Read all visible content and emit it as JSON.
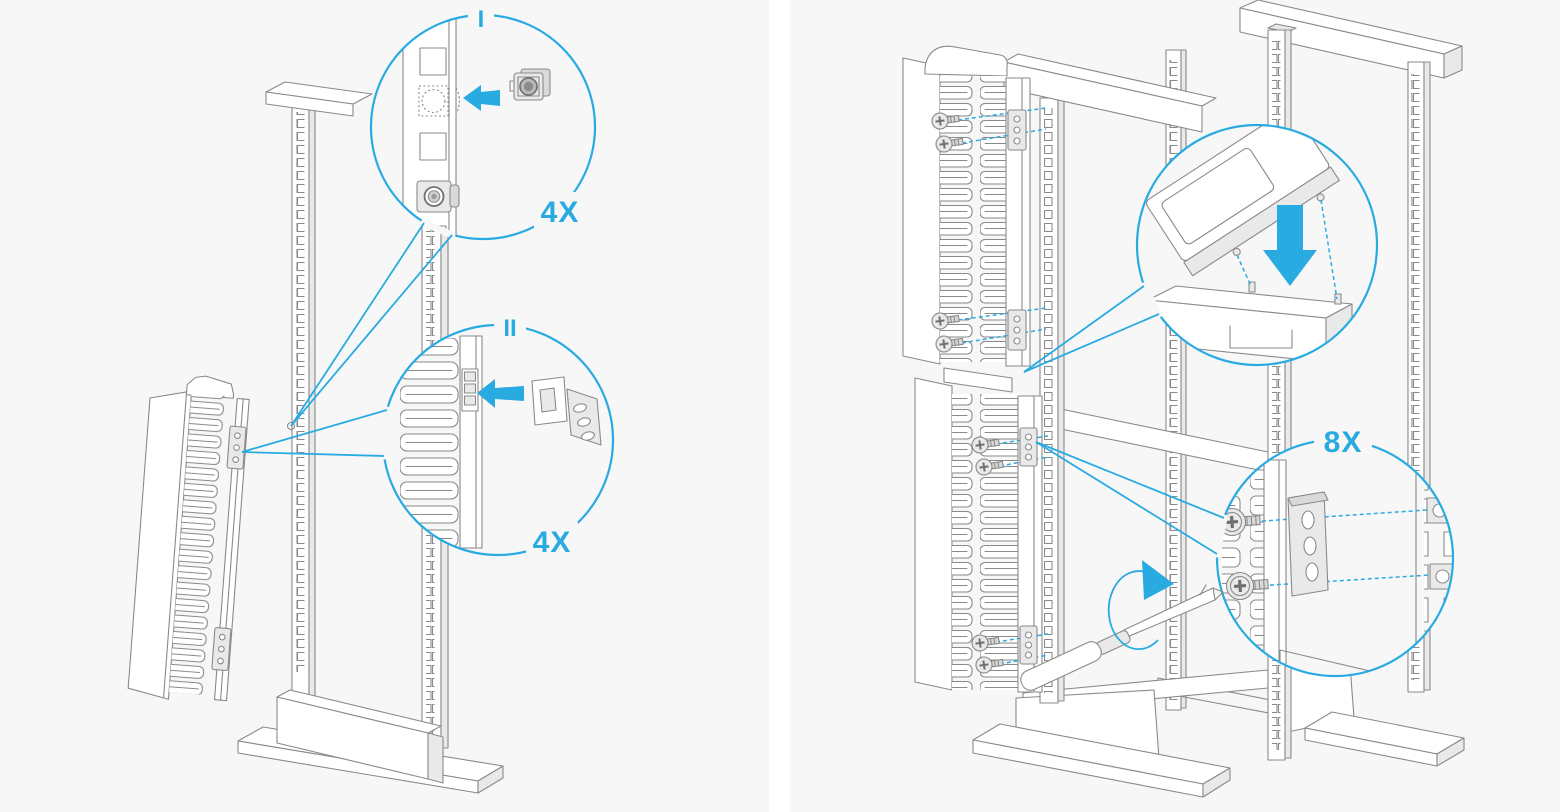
{
  "colors": {
    "accent": "#29ABE2",
    "line": "#8A8A8A",
    "panel": "#F7F7F7",
    "gutter": "#FFFFFF",
    "metal_light": "#E9E9E9",
    "metal_mid": "#D9D9D9",
    "screw_detail": "#6F6F6F"
  },
  "left_panel": {
    "callout_1": {
      "label": "I",
      "quantity": "4X"
    },
    "callout_2": {
      "label": "II",
      "quantity": "4X"
    }
  },
  "right_panel": {
    "callout_screws": {
      "quantity": "8X"
    }
  }
}
